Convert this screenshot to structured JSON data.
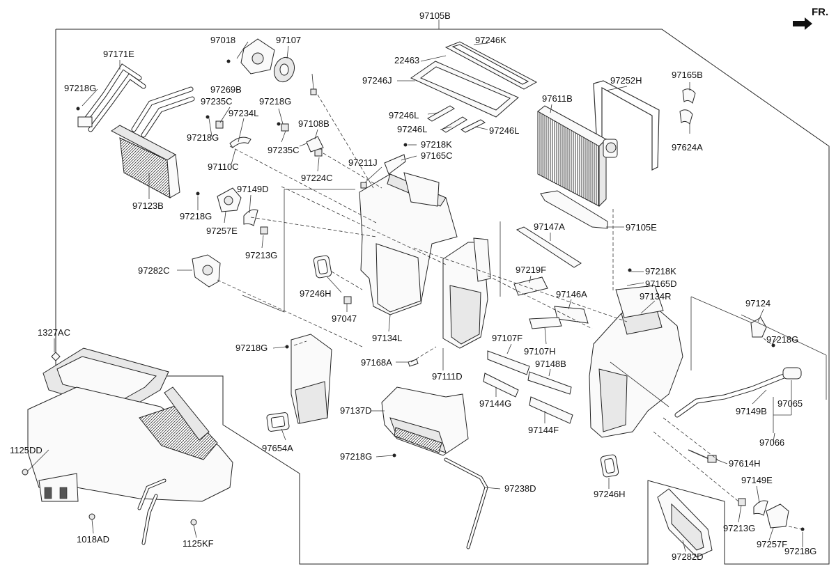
{
  "header": {
    "direction_label": "FR."
  },
  "labels": [
    "97105B",
    "97171E",
    "97218G",
    "97018",
    "97107",
    "97246K",
    "22463",
    "97246J",
    "97252H",
    "97165B",
    "97269B",
    "97235C",
    "97218G",
    "97234L",
    "97108B",
    "97611B",
    "97246L",
    "97246L",
    "97246L",
    "97624A",
    "97218G",
    "97235C",
    "97218K",
    "97165C",
    "97110C",
    "97224C",
    "97211J",
    "97123B",
    "97149D",
    "97218G",
    "97257E",
    "97105E",
    "97213G",
    "97147A",
    "97282C",
    "97218K",
    "97219F",
    "97165D",
    "97246H",
    "97146A",
    "97134R",
    "97047",
    "97124",
    "97134L",
    "1327AC",
    "97218G",
    "97107F",
    "97107H",
    "97218G",
    "97168A",
    "97111D",
    "97148B",
    "97065",
    "97137D",
    "97144G",
    "97149B",
    "97654A",
    "97144F",
    "97066",
    "1125DD",
    "97218G",
    "97614H",
    "97149E",
    "97238D",
    "97246H",
    "1018AD",
    "97213G",
    "1125KF",
    "97257F",
    "97282D",
    "97218G"
  ]
}
